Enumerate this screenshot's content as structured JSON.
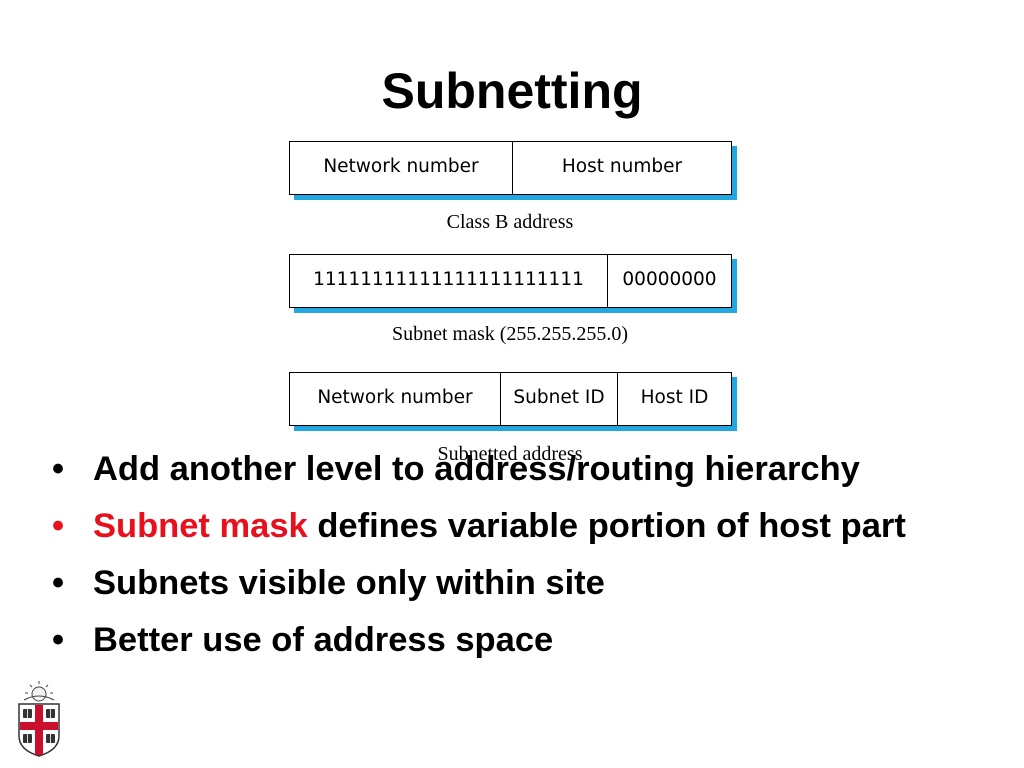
{
  "slide": {
    "title": "Subnetting"
  },
  "diagram": {
    "class_b": {
      "fields": [
        "Network number",
        "Host number"
      ],
      "caption": "Class B address"
    },
    "mask": {
      "fields": [
        "11111111111111111111111",
        "00000000"
      ],
      "caption": "Subnet mask (255.255.255.0)"
    },
    "subnetted": {
      "fields": [
        "Network number",
        "Subnet ID",
        "Host ID"
      ],
      "caption": "Subnetted address"
    },
    "colors": {
      "shadow": "#22a7e0",
      "border": "#000000"
    }
  },
  "bullets": [
    {
      "text": "Add another level to address/routing hierarchy"
    },
    {
      "highlight": "Subnet mask",
      "text": " defines variable portion of host part"
    },
    {
      "text": "Subnets visible only within site"
    },
    {
      "text": "Better use of address space"
    }
  ],
  "bullet_symbol": "•",
  "colors": {
    "highlight": "#e8101d",
    "text": "#000000"
  },
  "logo": {
    "icon": "university-shield-icon"
  }
}
